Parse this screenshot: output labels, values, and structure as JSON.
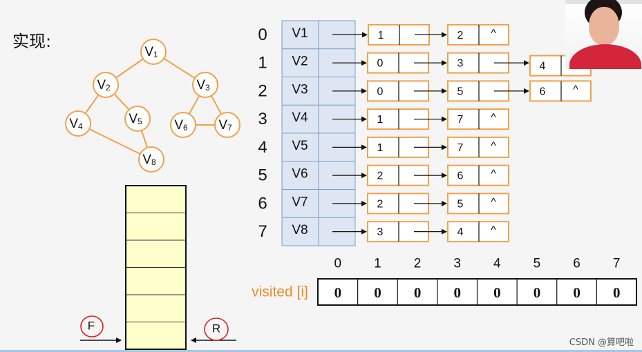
{
  "title": "实现:",
  "graph": {
    "nodes": [
      {
        "id": "V1",
        "label": "V",
        "sub": "1"
      },
      {
        "id": "V2",
        "label": "V",
        "sub": "2"
      },
      {
        "id": "V3",
        "label": "V",
        "sub": "3"
      },
      {
        "id": "V4",
        "label": "V",
        "sub": "4"
      },
      {
        "id": "V5",
        "label": "V",
        "sub": "5"
      },
      {
        "id": "V6",
        "label": "V",
        "sub": "6"
      },
      {
        "id": "V7",
        "label": "V",
        "sub": "7"
      },
      {
        "id": "V8",
        "label": "V",
        "sub": "8"
      }
    ],
    "edges": [
      [
        "V1",
        "V2"
      ],
      [
        "V1",
        "V3"
      ],
      [
        "V2",
        "V4"
      ],
      [
        "V2",
        "V5"
      ],
      [
        "V3",
        "V6"
      ],
      [
        "V3",
        "V7"
      ],
      [
        "V6",
        "V7"
      ],
      [
        "V4",
        "V8"
      ],
      [
        "V5",
        "V8"
      ]
    ]
  },
  "queue": {
    "front_label": "F",
    "rear_label": "R",
    "slots": 6
  },
  "adjacency": [
    {
      "index": "0",
      "vertex": "V1",
      "list": [
        "1",
        "2"
      ],
      "ends": "^"
    },
    {
      "index": "1",
      "vertex": "V2",
      "list": [
        "0",
        "3",
        "4"
      ],
      "ends": ""
    },
    {
      "index": "2",
      "vertex": "V3",
      "list": [
        "0",
        "5",
        "6"
      ],
      "ends": "^"
    },
    {
      "index": "3",
      "vertex": "V4",
      "list": [
        "1",
        "7"
      ],
      "ends": "^"
    },
    {
      "index": "4",
      "vertex": "V5",
      "list": [
        "1",
        "7"
      ],
      "ends": "^"
    },
    {
      "index": "5",
      "vertex": "V6",
      "list": [
        "2",
        "6"
      ],
      "ends": "^"
    },
    {
      "index": "6",
      "vertex": "V7",
      "list": [
        "2",
        "5"
      ],
      "ends": "^"
    },
    {
      "index": "7",
      "vertex": "V8",
      "list": [
        "3",
        "4"
      ],
      "ends": "^"
    }
  ],
  "visited": {
    "label": "visited [i]",
    "indices": [
      "0",
      "1",
      "2",
      "3",
      "4",
      "5",
      "6",
      "7"
    ],
    "values": [
      "0",
      "0",
      "0",
      "0",
      "0",
      "0",
      "0",
      "0"
    ]
  },
  "colors": {
    "orange": "#f0a24a",
    "vertexFill": "#dde6f2",
    "vertexBorder": "#7a9cc6",
    "queueFill": "#ffffcc",
    "circle": "#e0201f",
    "visitedLabel": "#ec8a2b"
  },
  "watermark": "CSDN @算吧啦"
}
